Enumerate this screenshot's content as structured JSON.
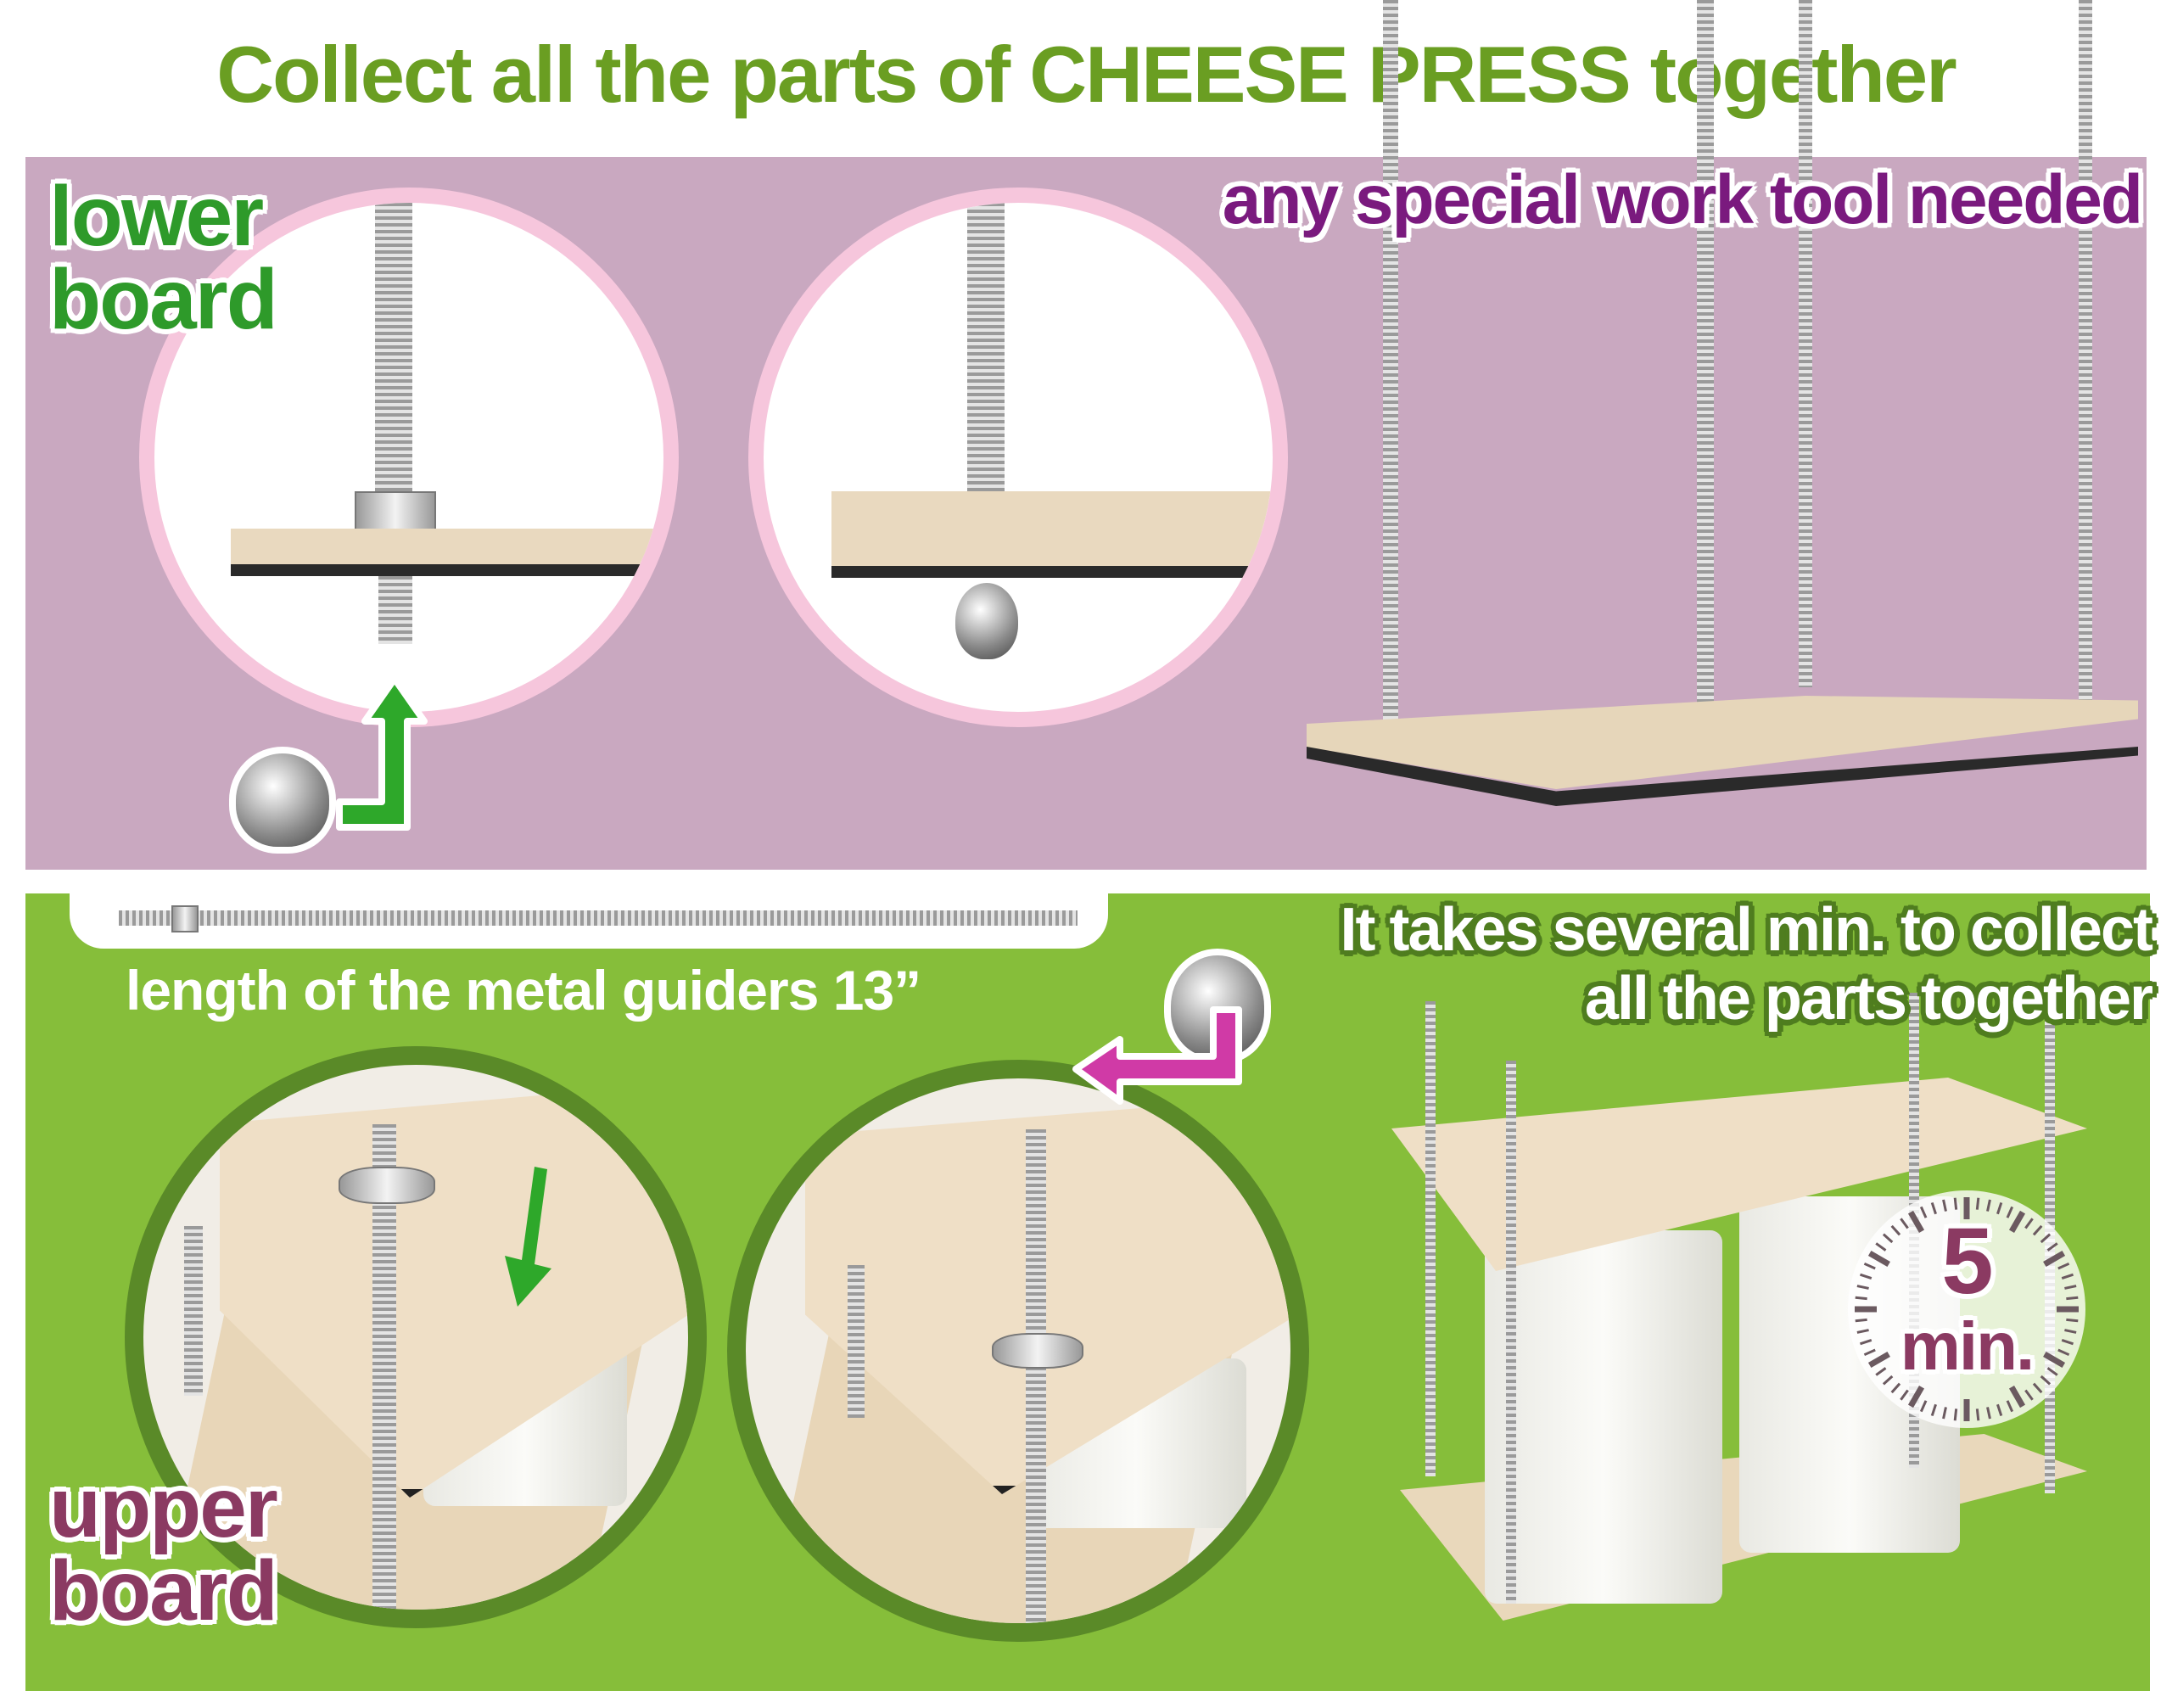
{
  "title": "Collect all the parts of CHEESE PRESS together",
  "lower_panel": {
    "label_line1": "lower",
    "label_line2": "board",
    "tool_note": "any special work tool needed",
    "background_color": "#c9a8c0",
    "label_color": "#2e9a2a",
    "note_color": "#7a1a7e"
  },
  "upper_panel": {
    "guider_length": "length of the metal guiders 13”",
    "time_note_line1": "It takes several min. to collect",
    "time_note_line2": "all the parts together",
    "label_line1": "upper",
    "label_line2": "board",
    "timer_value": "5",
    "timer_unit": "min.",
    "background_color": "#86be3a",
    "label_color": "#8b3a62"
  },
  "icons": [
    "acorn-nut-icon",
    "up-arrow-icon",
    "down-arrow-icon",
    "left-arrow-icon",
    "clock-icon"
  ]
}
